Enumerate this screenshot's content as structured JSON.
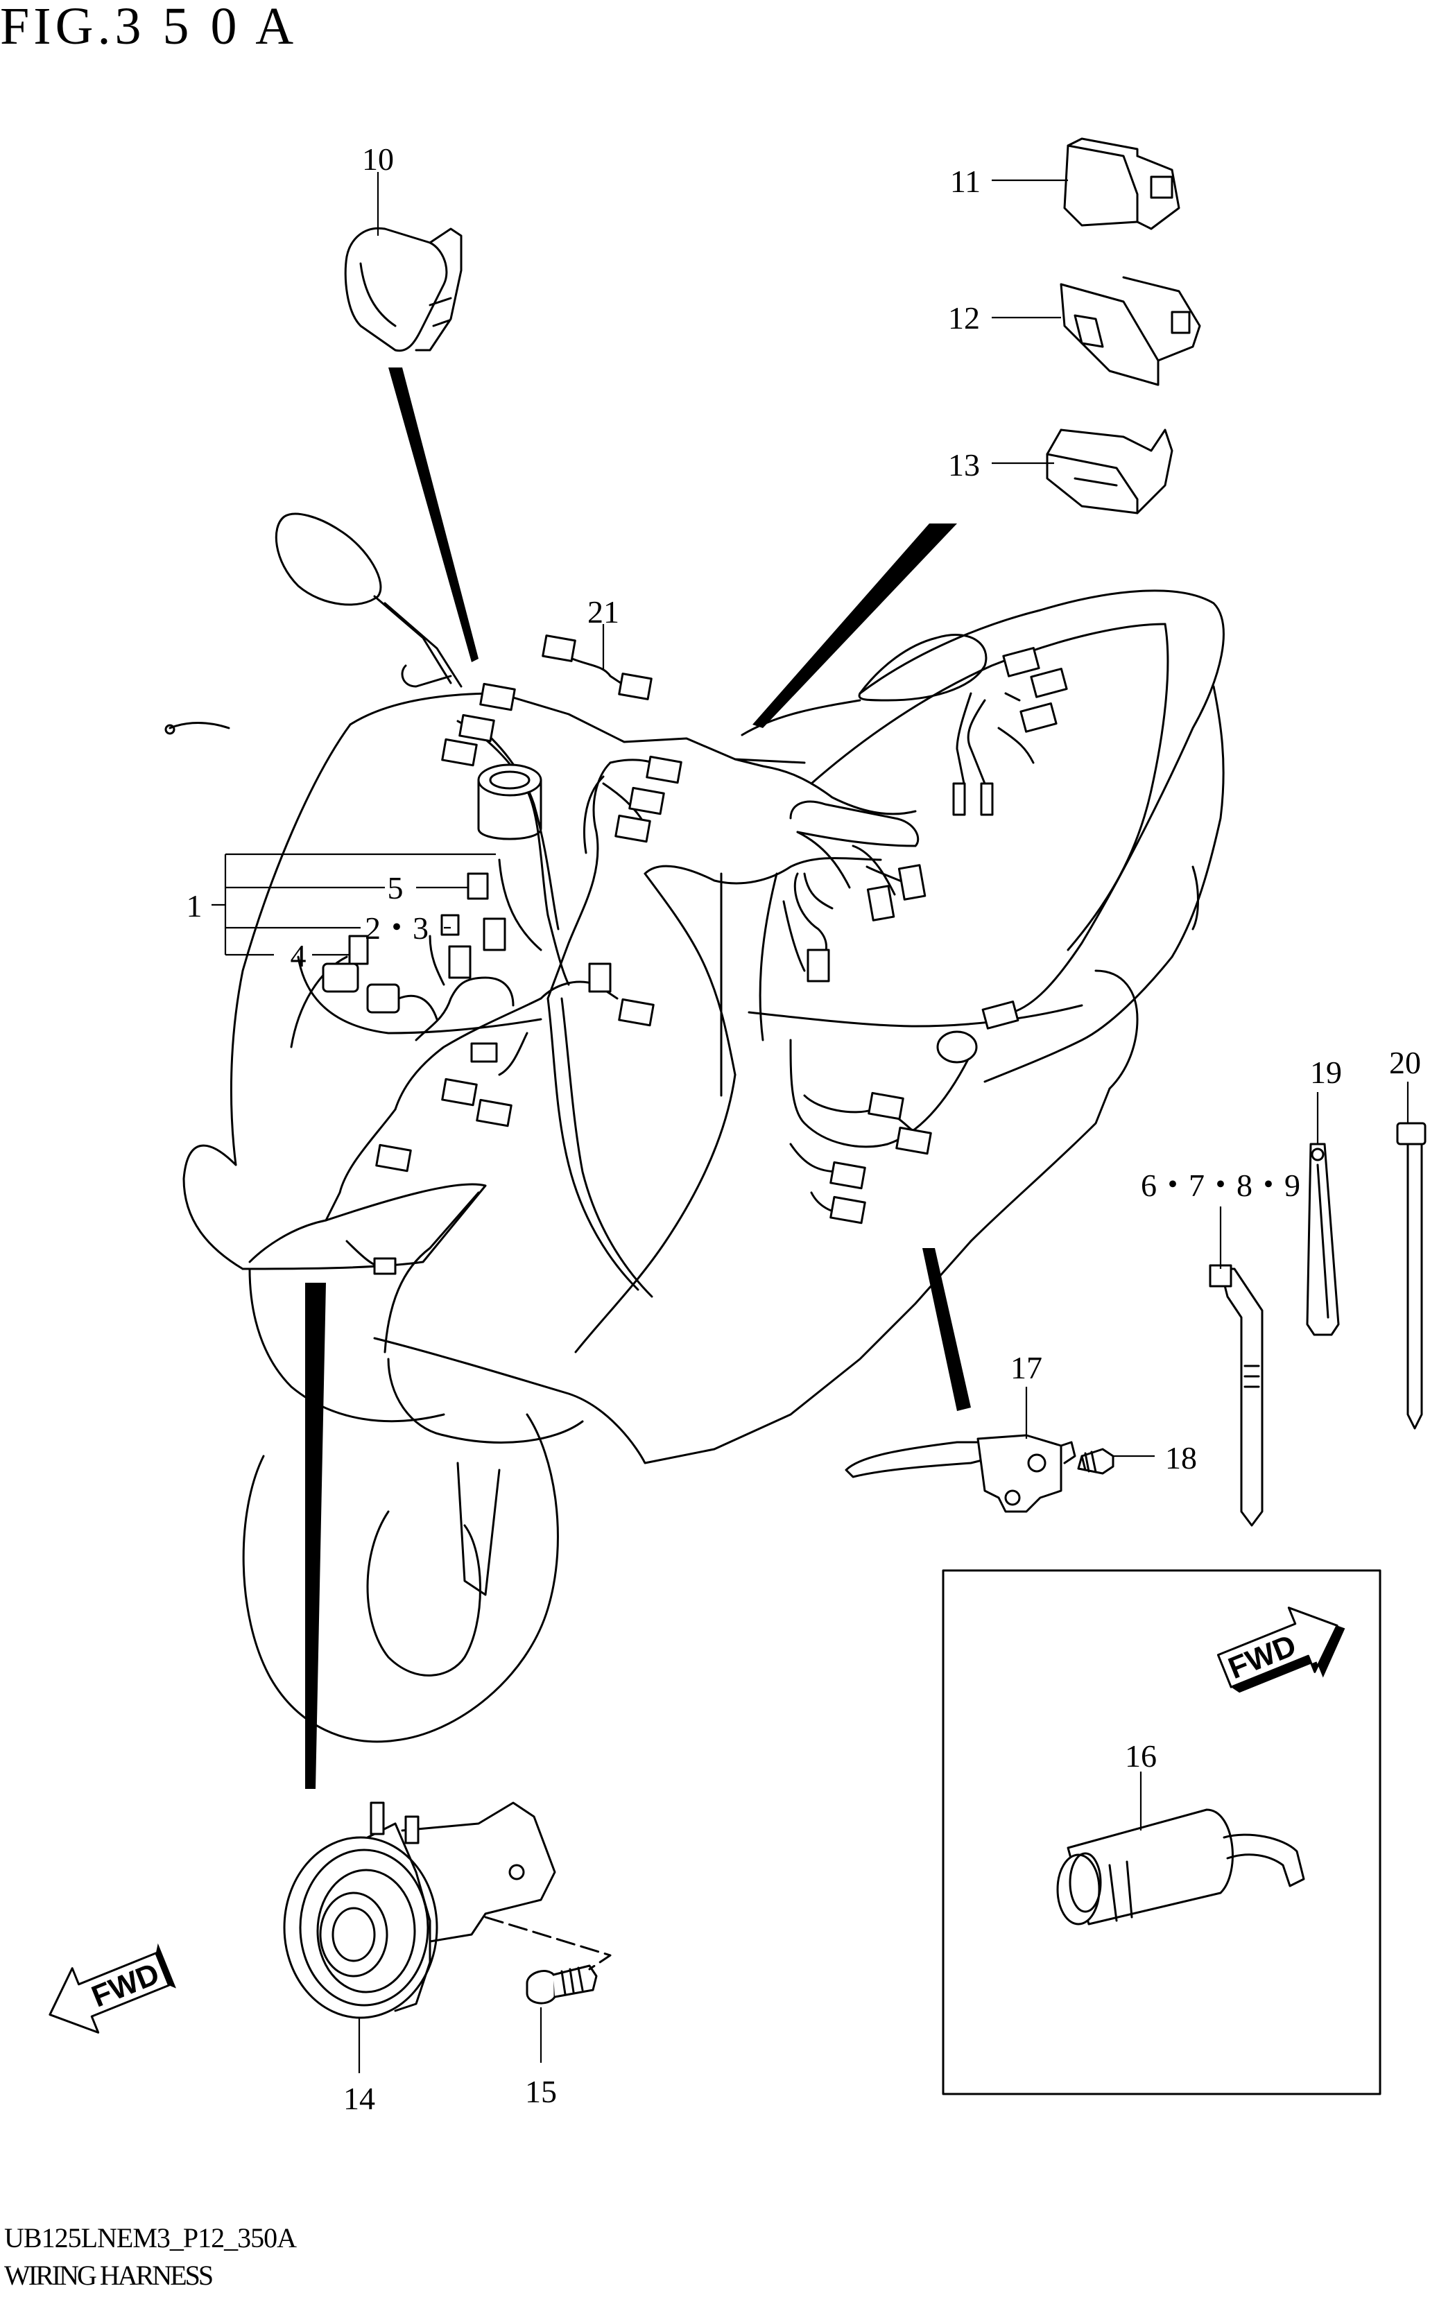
{
  "figure": {
    "title": "FIG.3 5 0 A",
    "code": "UB125LNEM3_P12_350A",
    "name": "WIRING HARNESS"
  },
  "callouts": [
    {
      "id": "c1",
      "label": "1"
    },
    {
      "id": "c2",
      "label": "2・3"
    },
    {
      "id": "c4",
      "label": "4"
    },
    {
      "id": "c5",
      "label": "5"
    },
    {
      "id": "c6",
      "label": "6・7・8・9"
    },
    {
      "id": "c10",
      "label": "10"
    },
    {
      "id": "c11",
      "label": "11"
    },
    {
      "id": "c12",
      "label": "12"
    },
    {
      "id": "c13",
      "label": "13"
    },
    {
      "id": "c14",
      "label": "14"
    },
    {
      "id": "c15",
      "label": "15"
    },
    {
      "id": "c16",
      "label": "16"
    },
    {
      "id": "c17",
      "label": "17"
    },
    {
      "id": "c18",
      "label": "18"
    },
    {
      "id": "c19",
      "label": "19"
    },
    {
      "id": "c20",
      "label": "20"
    },
    {
      "id": "c21",
      "label": "21"
    }
  ],
  "fwd_arrows": [
    {
      "text": "FWD"
    },
    {
      "text": "FWD"
    }
  ]
}
